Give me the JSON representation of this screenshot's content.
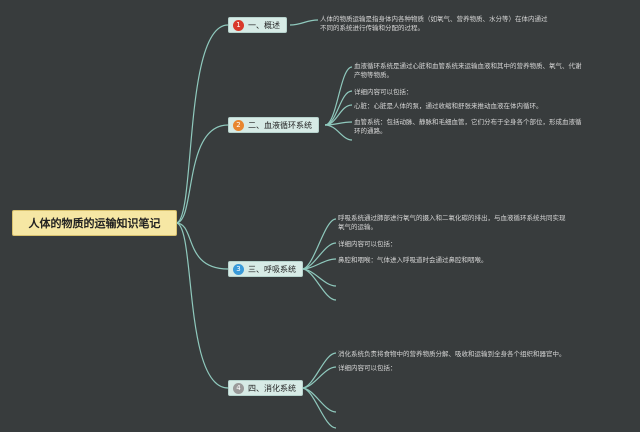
{
  "root": {
    "title": "人体的物质的运输知识笔记"
  },
  "branches": [
    {
      "number": "1",
      "label": "一、概述",
      "color": "#d93a2b",
      "leaves": [
        "人体的物质运输是指身体内各种物质（如氧气、营养物质、水分等）在体内通过\n不同的系统进行传输和分配的过程。"
      ]
    },
    {
      "number": "2",
      "label": "二、血液循环系统",
      "color": "#e8862f",
      "leaves": [
        "血液循环系统是通过心脏和血管系统来运输血液和其中的营养物质、氧气、代谢\n产物等物质。",
        "详细内容可以包括：",
        "心脏：心脏是人体的泵，通过收缩和舒张来推动血液在体内循环。",
        "血管系统：包括动脉、静脉和毛细血管，它们分布于全身各个部位，形成血液循\n环的通路。"
      ]
    },
    {
      "number": "3",
      "label": "三、呼吸系统",
      "color": "#3a9ad9",
      "leaves": [
        "呼吸系统通过肺部进行氧气的摄入和二氧化碳的排出，与血液循环系统共同实现\n氧气的运输。",
        "详细内容可以包括：",
        "鼻腔和咽喉：气体进入呼吸道时会通过鼻腔和咽喉。"
      ]
    },
    {
      "number": "4",
      "label": "四、消化系统",
      "color": "#9a9a9a",
      "leaves": [
        "消化系统负责将食物中的营养物质分解、吸收和运输到全身各个组织和器官中。",
        "详细内容可以包括："
      ]
    }
  ]
}
